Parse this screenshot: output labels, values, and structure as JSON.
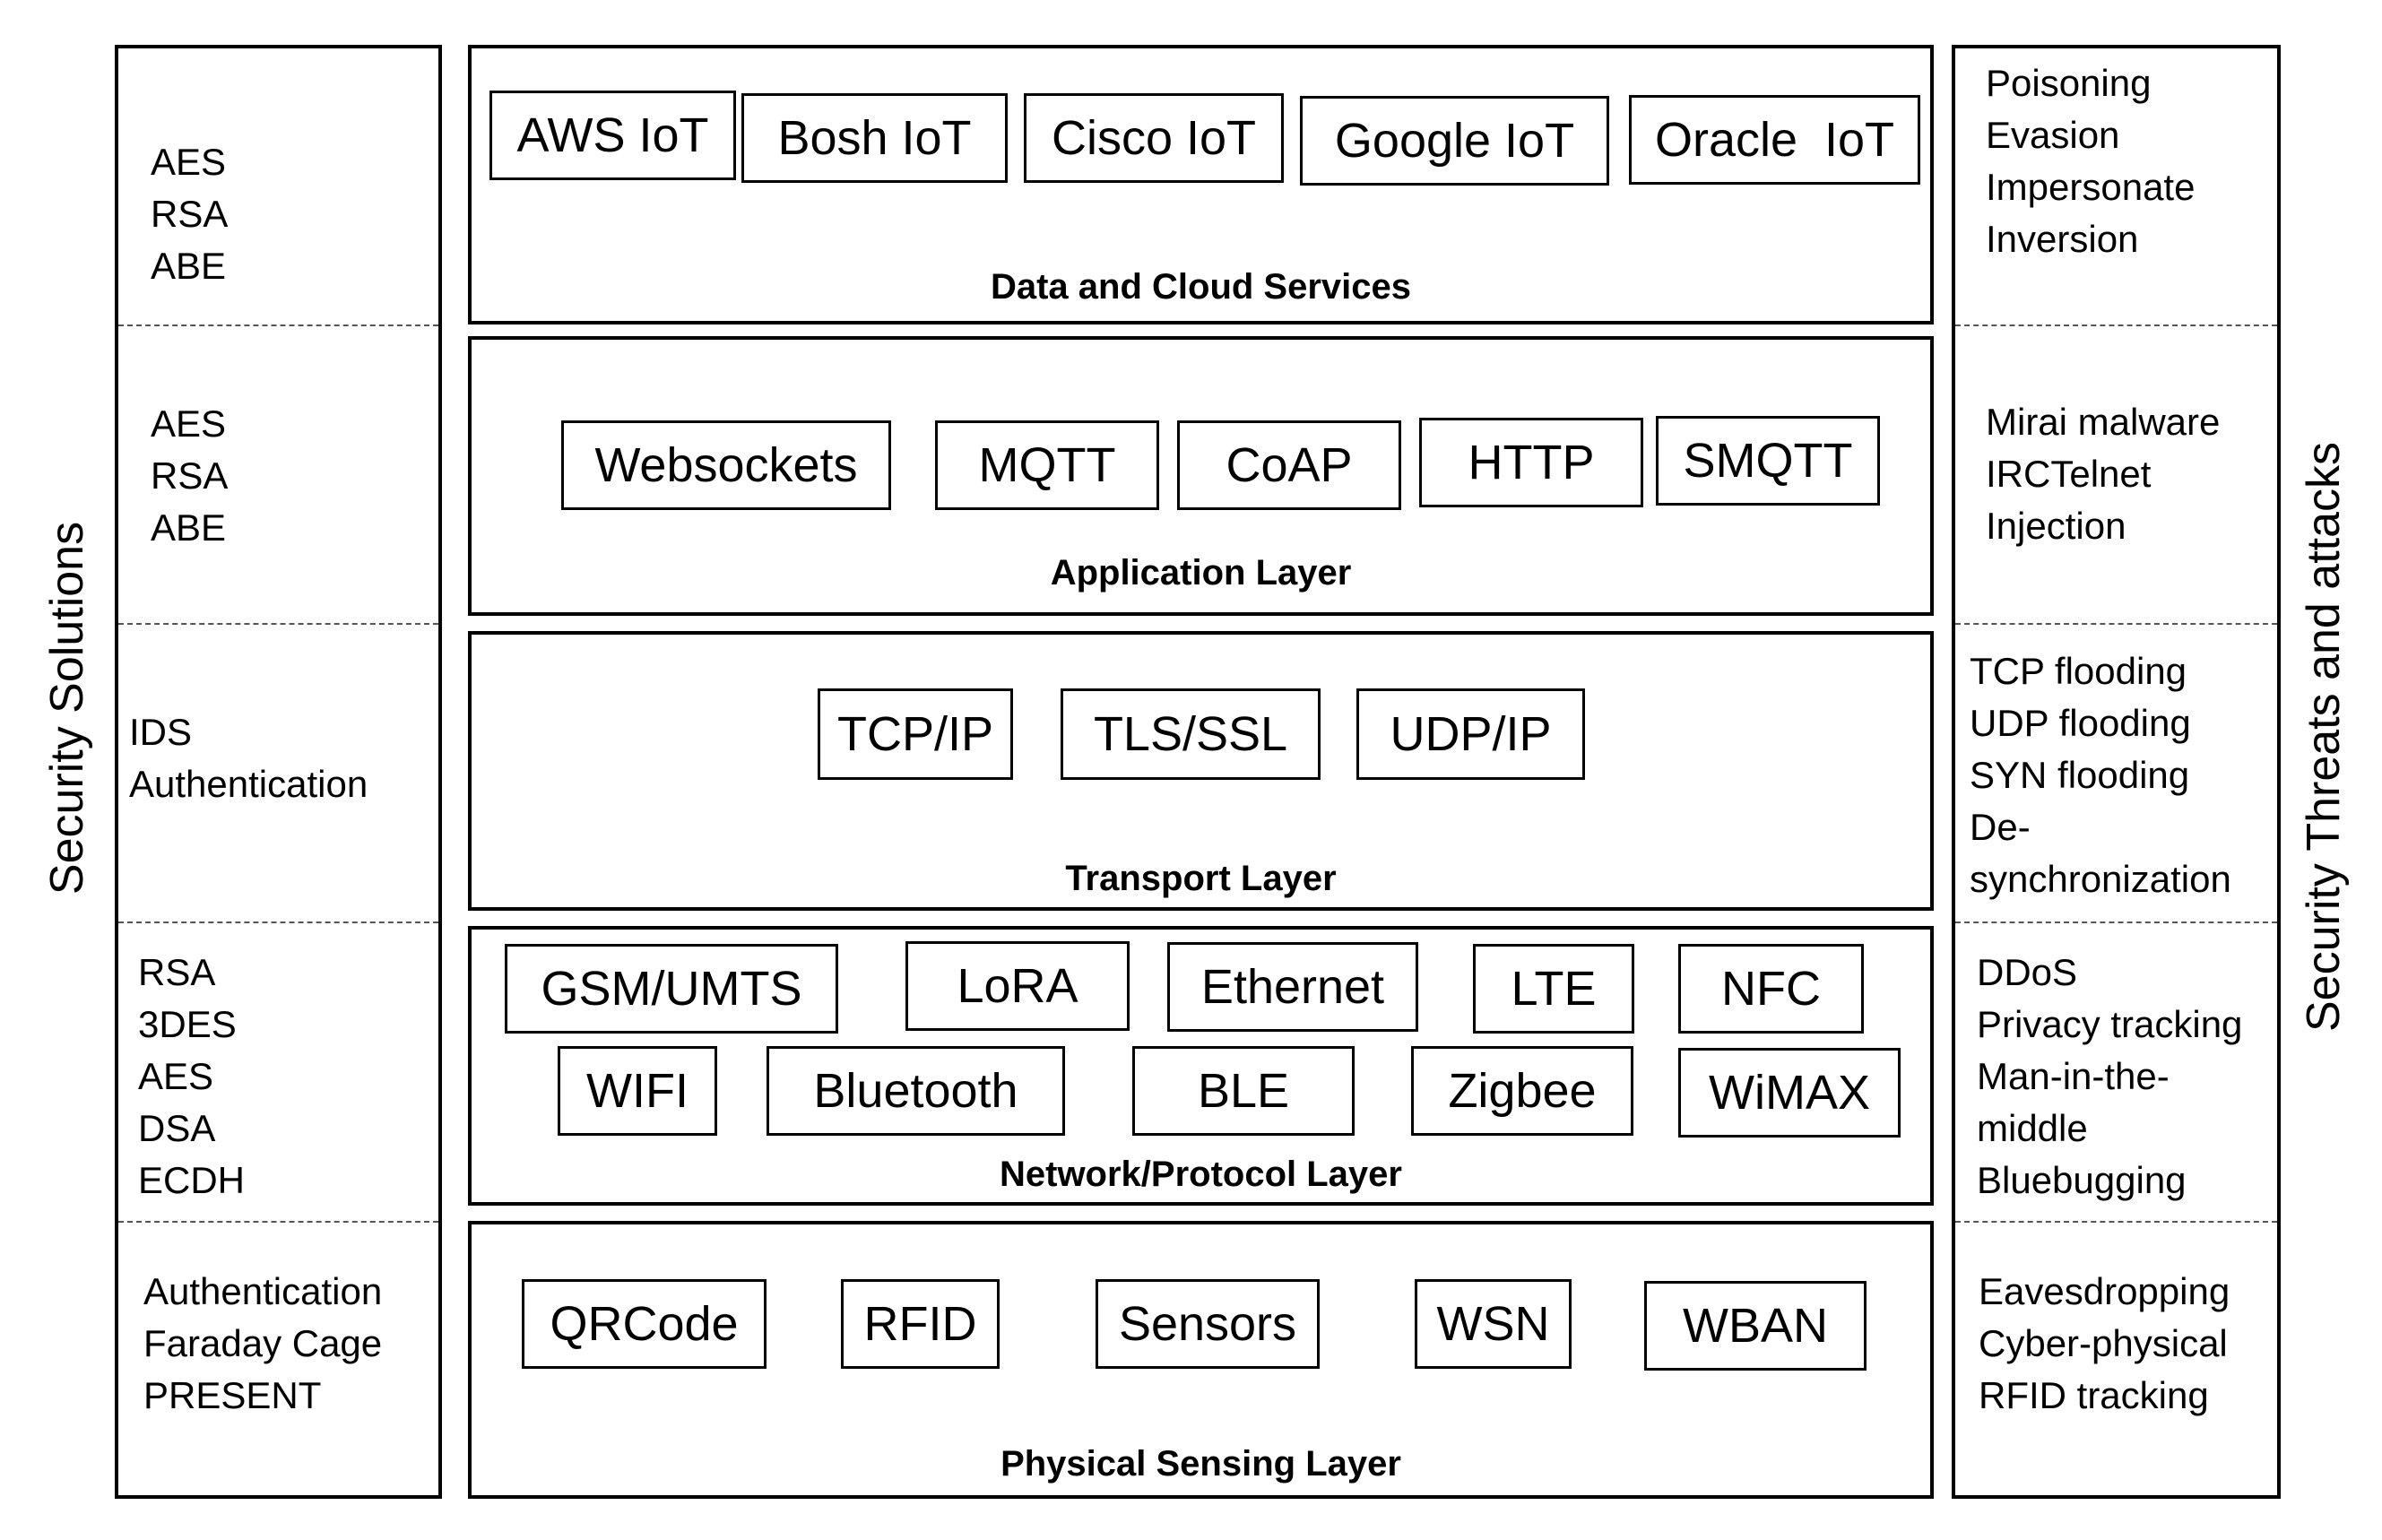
{
  "left_panel": {
    "label": "Security Solutions",
    "groups": [
      [
        "AES",
        "RSA",
        "ABE"
      ],
      [
        "AES",
        "RSA",
        "ABE"
      ],
      [
        "IDS",
        "Authentication"
      ],
      [
        "RSA",
        "3DES",
        "AES",
        "DSA",
        "ECDH"
      ],
      [
        "Authentication",
        "Faraday Cage",
        "PRESENT"
      ]
    ]
  },
  "right_panel": {
    "label": "Security Threats and attacks",
    "groups": [
      [
        "Poisoning",
        "Evasion",
        "Impersonate",
        "Inversion"
      ],
      [
        "Mirai malware",
        "IRCTelnet",
        "Injection"
      ],
      [
        "TCP flooding",
        "UDP flooding",
        "SYN flooding",
        "De-",
        "synchronization"
      ],
      [
        "DDoS",
        "Privacy tracking",
        "Man-in-the-",
        "middle",
        "Bluebugging"
      ],
      [
        "Eavesdropping",
        "Cyber-physical",
        "RFID tracking"
      ]
    ]
  },
  "layers": [
    {
      "title": "Data and Cloud Services",
      "items": [
        "AWS IoT",
        "Bosh IoT",
        "Cisco IoT",
        "Google IoT",
        "Oracle  IoT"
      ]
    },
    {
      "title": "Application Layer",
      "items": [
        "Websockets",
        "MQTT",
        "CoAP",
        "HTTP",
        "SMQTT"
      ]
    },
    {
      "title": "Transport Layer",
      "items": [
        "TCP/IP",
        "TLS/SSL",
        "UDP/IP"
      ]
    },
    {
      "title": "Network/Protocol Layer",
      "items": [
        "GSM/UMTS",
        "LoRA",
        "Ethernet",
        "LTE",
        "NFC",
        "WIFI",
        "Bluetooth",
        "BLE",
        "Zigbee",
        "WiMAX"
      ]
    },
    {
      "title": "Physical Sensing Layer",
      "items": [
        "QRCode",
        "RFID",
        "Sensors",
        "WSN",
        "WBAN"
      ]
    }
  ]
}
